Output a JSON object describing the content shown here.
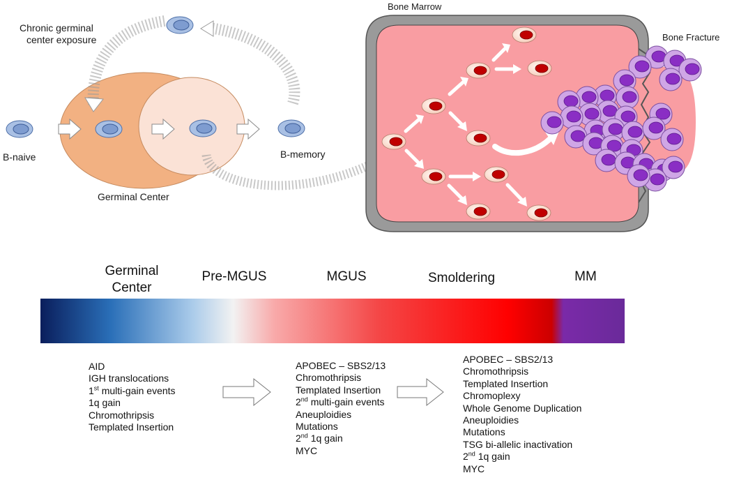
{
  "top": {
    "chronic_label_line1": "Chronic germinal",
    "chronic_label_line2": "center exposure",
    "b_naive": "B-naive",
    "b_memory": "B-memory",
    "germinal_center": "Germinal Center",
    "bone_marrow": "Bone Marrow",
    "bone_fracture": "Bone Fracture"
  },
  "stages": {
    "germinal_line1": "Germinal",
    "germinal_line2": "Center",
    "pre_mgus": "Pre-MGUS",
    "mgus": "MGUS",
    "smoldering": "Smoldering",
    "mm": "MM"
  },
  "colors": {
    "gradient": [
      "#0a1e5c",
      "#2a6fb8",
      "#aacbea",
      "#f2f2f2",
      "#f8aaaa",
      "#f44646",
      "#ff0000",
      "#cc0000",
      "#7a2aa8",
      "#6a2a9a"
    ],
    "germinal_center_outer": "#f2b182",
    "germinal_center_inner": "#fbe2d6",
    "bone_marrow_fill": "#f99da2",
    "bone_marrow_border": "#9a9a9a",
    "myeloma_cell": "#cfa6e6",
    "myeloma_nucleus": "#8a2ec4",
    "plasma_nucleus": "#c00000",
    "b_cell": "#a9c0e4"
  },
  "lists": {
    "germinal": [
      {
        "pre": "AID"
      },
      {
        "pre": "IGH translocations"
      },
      {
        "pre": "1",
        "sup": "st",
        "post": " multi-gain events"
      },
      {
        "pre": "1q gain"
      },
      {
        "pre": "Chromothripsis"
      },
      {
        "pre": "Templated Insertion"
      }
    ],
    "mgus": [
      {
        "pre": "APOBEC – SBS2/13"
      },
      {
        "pre": "Chromothripsis"
      },
      {
        "pre": "Templated Insertion"
      },
      {
        "pre": "2",
        "sup": "nd",
        "post": " multi-gain events"
      },
      {
        "pre": "Aneuploidies"
      },
      {
        "pre": "Mutations"
      },
      {
        "pre": "2",
        "sup": "nd",
        "post": " 1q gain"
      },
      {
        "pre": "MYC"
      }
    ],
    "mm": [
      {
        "pre": "APOBEC – SBS2/13"
      },
      {
        "pre": "Chromothripsis"
      },
      {
        "pre": "Templated Insertion"
      },
      {
        "pre": "Chromoplexy"
      },
      {
        "pre": "Whole Genome Duplication"
      },
      {
        "pre": "Aneuploidies"
      },
      {
        "pre": "Mutations"
      },
      {
        "pre": "TSG bi-allelic inactivation"
      },
      {
        "pre": "2",
        "sup": "nd",
        "post": " 1q gain"
      },
      {
        "pre": "MYC"
      }
    ]
  }
}
